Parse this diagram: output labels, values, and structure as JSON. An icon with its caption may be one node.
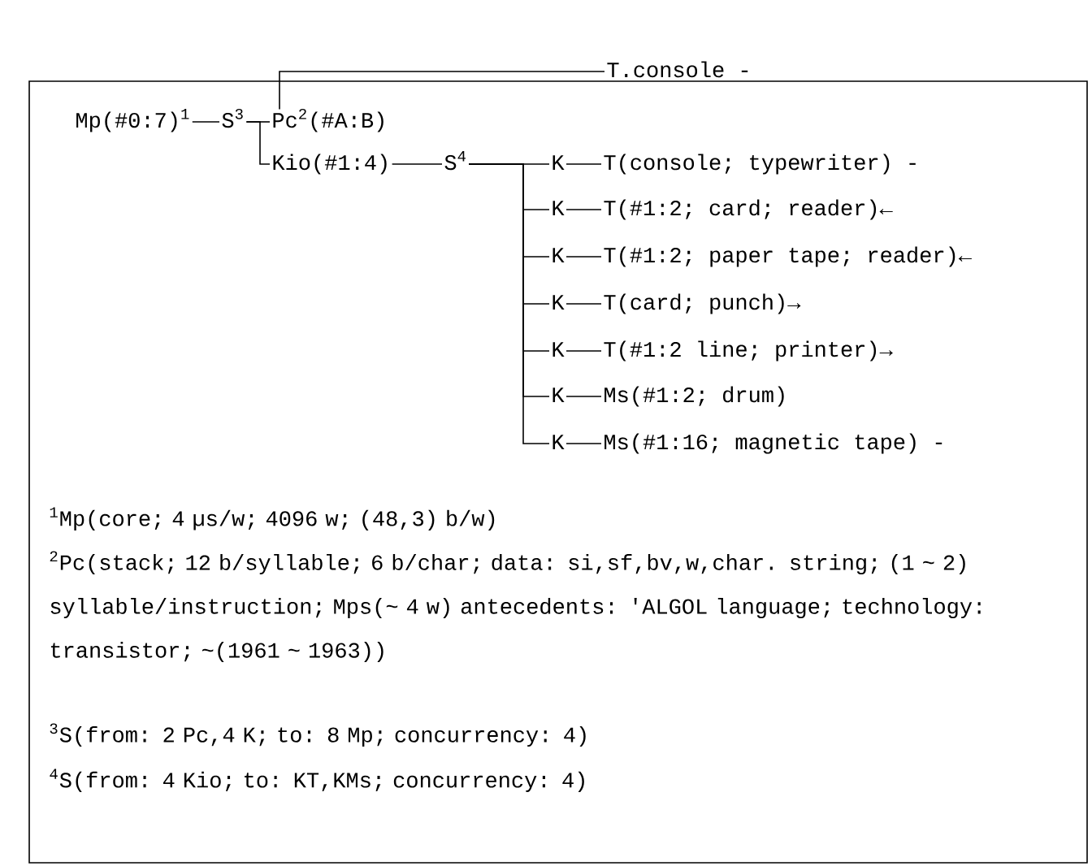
{
  "diagram": {
    "nodes": [
      {
        "text": [
          "Mp(#0:7)$^{1}$"
        ]
      },
      {
        "text": [
          "S$^{3}$"
        ]
      },
      {
        "text": [
          "Pc$^{2}$(#A:B)"
        ]
      },
      {
        "text": [
          "T.console -"
        ]
      },
      {
        "text": [
          "Kio(#1:4)"
        ]
      },
      {
        "text": [
          "S$^{4}$"
        ]
      },
      {
        "text": [
          "K"
        ]
      },
      {
        "text": [
          "T(console; typewriter) -"
        ]
      },
      {
        "text": [
          "K"
        ]
      },
      {
        "text": [
          "T(#1:2; card; reader)←"
        ]
      },
      {
        "text": [
          "K"
        ]
      },
      {
        "text": [
          "T(#1:2; paper tape; reader)←"
        ]
      },
      {
        "text": [
          "K"
        ]
      },
      {
        "text": [
          "T(card; punch)→"
        ]
      },
      {
        "text": [
          "K"
        ]
      },
      {
        "text": [
          "T(#1:2 line; printer)→"
        ]
      },
      {
        "text": [
          "K"
        ]
      },
      {
        "text": [
          "Ms(#1:2; drum)"
        ]
      },
      {
        "text": [
          "K"
        ]
      },
      {
        "text": [
          "Ms(#1:16; magnetic tape) -"
        ]
      }
    ],
    "edges": [
      {
        "from": 0,
        "to": 1,
        "arrow": "none"
      },
      {
        "from": 1,
        "to": 2,
        "arrow": "none"
      },
      {
        "from": 1,
        "to": 4,
        "arrow": "none"
      },
      {
        "from": 2,
        "to": 3,
        "arrow": "none"
      },
      {
        "from": 4,
        "to": 5,
        "arrow": "none"
      },
      {
        "from": 5,
        "to": 6,
        "arrow": "none"
      },
      {
        "from": 5,
        "to": 8,
        "arrow": "none"
      },
      {
        "from": 5,
        "to": 10,
        "arrow": "none"
      },
      {
        "from": 5,
        "to": 12,
        "arrow": "none"
      },
      {
        "from": 5,
        "to": 14,
        "arrow": "none"
      },
      {
        "from": 5,
        "to": 16,
        "arrow": "none"
      },
      {
        "from": 5,
        "to": 18,
        "arrow": "none"
      },
      {
        "from": 6,
        "to": 7,
        "arrow": "none"
      },
      {
        "from": 8,
        "to": 9,
        "arrow": "none"
      },
      {
        "from": 10,
        "to": 11,
        "arrow": "none"
      },
      {
        "from": 12,
        "to": 13,
        "arrow": "none"
      },
      {
        "from": 14,
        "to": 15,
        "arrow": "none"
      },
      {
        "from": 16,
        "to": 17,
        "arrow": "none"
      },
      {
        "from": 18,
        "to": 19,
        "arrow": "none"
      }
    ],
    "labels": [
      "$^{1}$Mp(core; 4 µs/w; 4096 w; (48,3) b/w)",
      "$^{2}$Pc(stack; 12 b/syllable; 6 b/char; data: si,sf,bv,w,char. string; (1 ~ 2) syllable/instruction; Mps(~ 4 w) antecedents: 'ALGOL language; technology: transistor; ~(1961 ~ 1963))",
      "$^{3}$S(from: 2 Pc,4 K; to: 8 Mp; concurrency: 4)",
      "$^{4}$S(from: 4 Kio; to: KT,KMs; concurrency: 4)"
    ]
  }
}
